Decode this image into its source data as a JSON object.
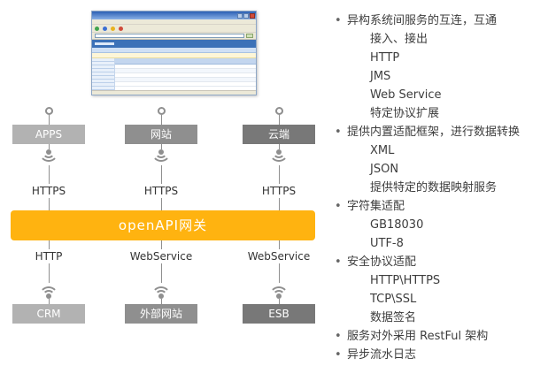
{
  "ui": {
    "bullet": "•"
  },
  "diagram": {
    "gateway_label": "openAPI网关",
    "gateway_color": "#FFB310",
    "line_color": "#8f8f8f",
    "columns": [
      {
        "top_box": "APPS",
        "top_color": "#b2b2b2",
        "top_protocol": "HTTPS",
        "bottom_protocol": "HTTP",
        "bottom_box": "CRM",
        "bottom_color": "#b2b2b2"
      },
      {
        "top_box": "网站",
        "top_color": "#8f8f8f",
        "top_protocol": "HTTPS",
        "bottom_protocol": "WebService",
        "bottom_box": "外部网站",
        "bottom_color": "#8f8f8f"
      },
      {
        "top_box": "云端",
        "top_color": "#787878",
        "top_protocol": "HTTPS",
        "bottom_protocol": "WebService",
        "bottom_box": "ESB",
        "bottom_color": "#787878"
      }
    ]
  },
  "features": [
    {
      "label": "异构系统间服务的互连，互通",
      "children": [
        "接入、接出",
        "HTTP",
        "JMS",
        "Web Service",
        "特定协议扩展"
      ]
    },
    {
      "label": "提供内置适配框架，进行数据转换",
      "children": [
        "XML",
        "JSON",
        "提供特定的数据映射服务"
      ]
    },
    {
      "label": "字符集适配",
      "children": [
        "GB18030",
        "UTF-8"
      ]
    },
    {
      "label": "安全协议适配",
      "children": [
        "HTTP\\HTTPS",
        "TCP\\SSL",
        "数据签名"
      ]
    },
    {
      "label": "服务对外采用 RestFul 架构",
      "children": []
    },
    {
      "label": "异步流水日志",
      "children": []
    }
  ]
}
